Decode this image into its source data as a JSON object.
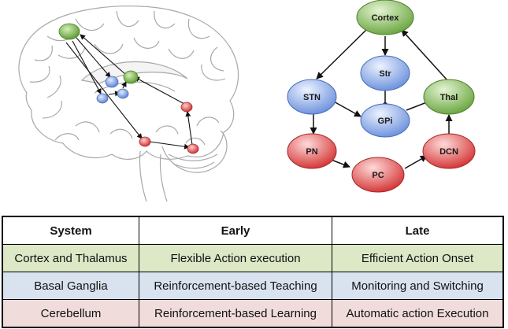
{
  "colors": {
    "cortex_thalamus": "#7dba4f",
    "basal_ganglia": "#7fa4e6",
    "cerebellum": "#e34c4c",
    "row_green": "#dce8c6",
    "row_blue": "#d9e3f0",
    "row_red": "#f1dcdc"
  },
  "network": {
    "nodes": {
      "cortex": "Cortex",
      "str": "Str",
      "stn": "STN",
      "gpi": "GPi",
      "thal": "Thal",
      "pn": "PN",
      "pc": "PC",
      "dcn": "DCN"
    }
  },
  "table": {
    "headers": [
      "System",
      "Early",
      "Late"
    ],
    "rows": [
      {
        "system": "Cortex and Thalamus",
        "early": "Flexible Action execution",
        "late": "Efficient Action Onset"
      },
      {
        "system": "Basal Ganglia",
        "early": "Reinforcement-based Teaching",
        "late": "Monitoring and Switching"
      },
      {
        "system": "Cerebellum",
        "early": "Reinforcement-based Learning",
        "late": "Automatic action Execution"
      }
    ]
  }
}
